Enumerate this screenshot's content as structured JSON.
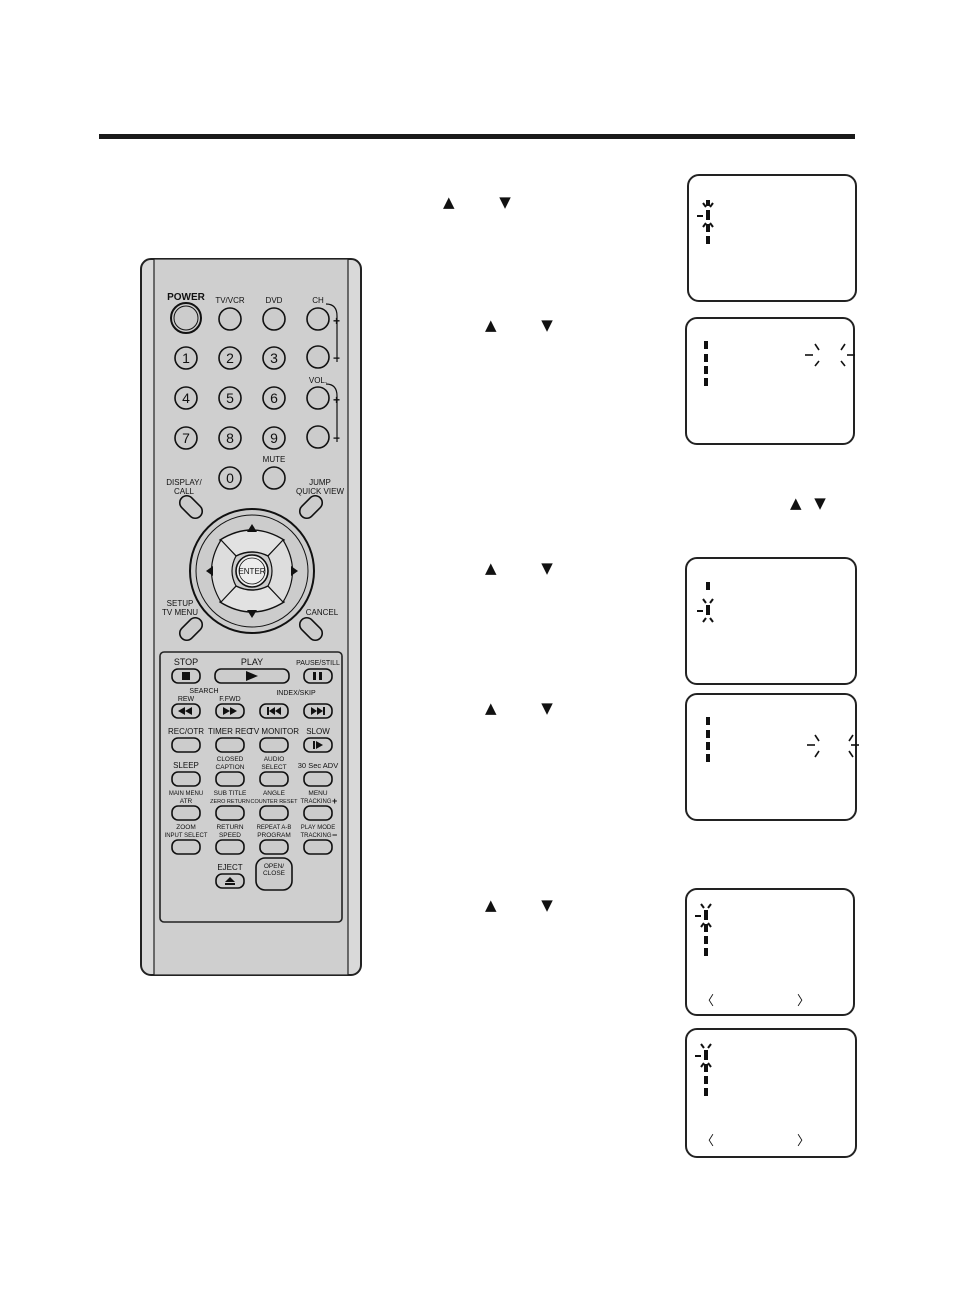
{
  "remote": {
    "top_row": [
      "POWER",
      "TV/VCR",
      "DVD",
      "CH"
    ],
    "digits": [
      "1",
      "2",
      "3",
      "4",
      "5",
      "6",
      "7",
      "8",
      "9",
      "0"
    ],
    "vol_label": "VOL.",
    "mute_label": "MUTE",
    "plus": "+",
    "minus": "−",
    "display_call": [
      "DISPLAY/",
      "CALL"
    ],
    "jump_quick_view": [
      "JUMP",
      "QUICK VIEW"
    ],
    "enter_label": "ENTER",
    "setup_tv_menu": [
      "SETUP",
      "TV MENU"
    ],
    "cancel_label": "CANCEL",
    "stop_label": "STOP",
    "play_label": "PLAY",
    "pause_still_label": "PAUSE/STILL",
    "search_label": "SEARCH",
    "rew_label": "REW",
    "ffwd_label": "F.FWD",
    "index_skip_label": "INDEX/SKIP",
    "rec_otr": "REC/OTR",
    "timer_rec": "TIMER REC",
    "tv_monitor": "TV MONITOR",
    "slow": "SLOW",
    "sleep": "SLEEP",
    "closed_caption": [
      "CLOSED",
      "CAPTION"
    ],
    "audio_select": [
      "AUDIO",
      "SELECT"
    ],
    "sec_adv": "30 Sec ADV",
    "main_menu_atr": [
      "MAIN MENU",
      "ATR"
    ],
    "sub_title": [
      "SUB TITLE",
      "ZERO RETURN"
    ],
    "angle": [
      "ANGLE",
      "COUNTER RESET"
    ],
    "menu_tracking_plus": [
      "MENU",
      "TRACKING"
    ],
    "zoom": [
      "ZOOM",
      "INPUT SELECT"
    ],
    "return_speed": [
      "RETURN",
      "SPEED"
    ],
    "repeat": [
      "REPEAT A-B",
      "PROGRAM"
    ],
    "play_mode": [
      "PLAY MODE",
      "TRACKING"
    ],
    "eject": "EJECT",
    "open_close": [
      "OPEN/",
      "CLOSE"
    ]
  },
  "arrow_pairs": [
    "▲ ▼",
    "▲ ▼",
    "▲ ▼",
    "▲ ▼",
    "▲ ▼",
    "▲ ▼"
  ],
  "osd_brackets": [
    "〈",
    "〉"
  ]
}
